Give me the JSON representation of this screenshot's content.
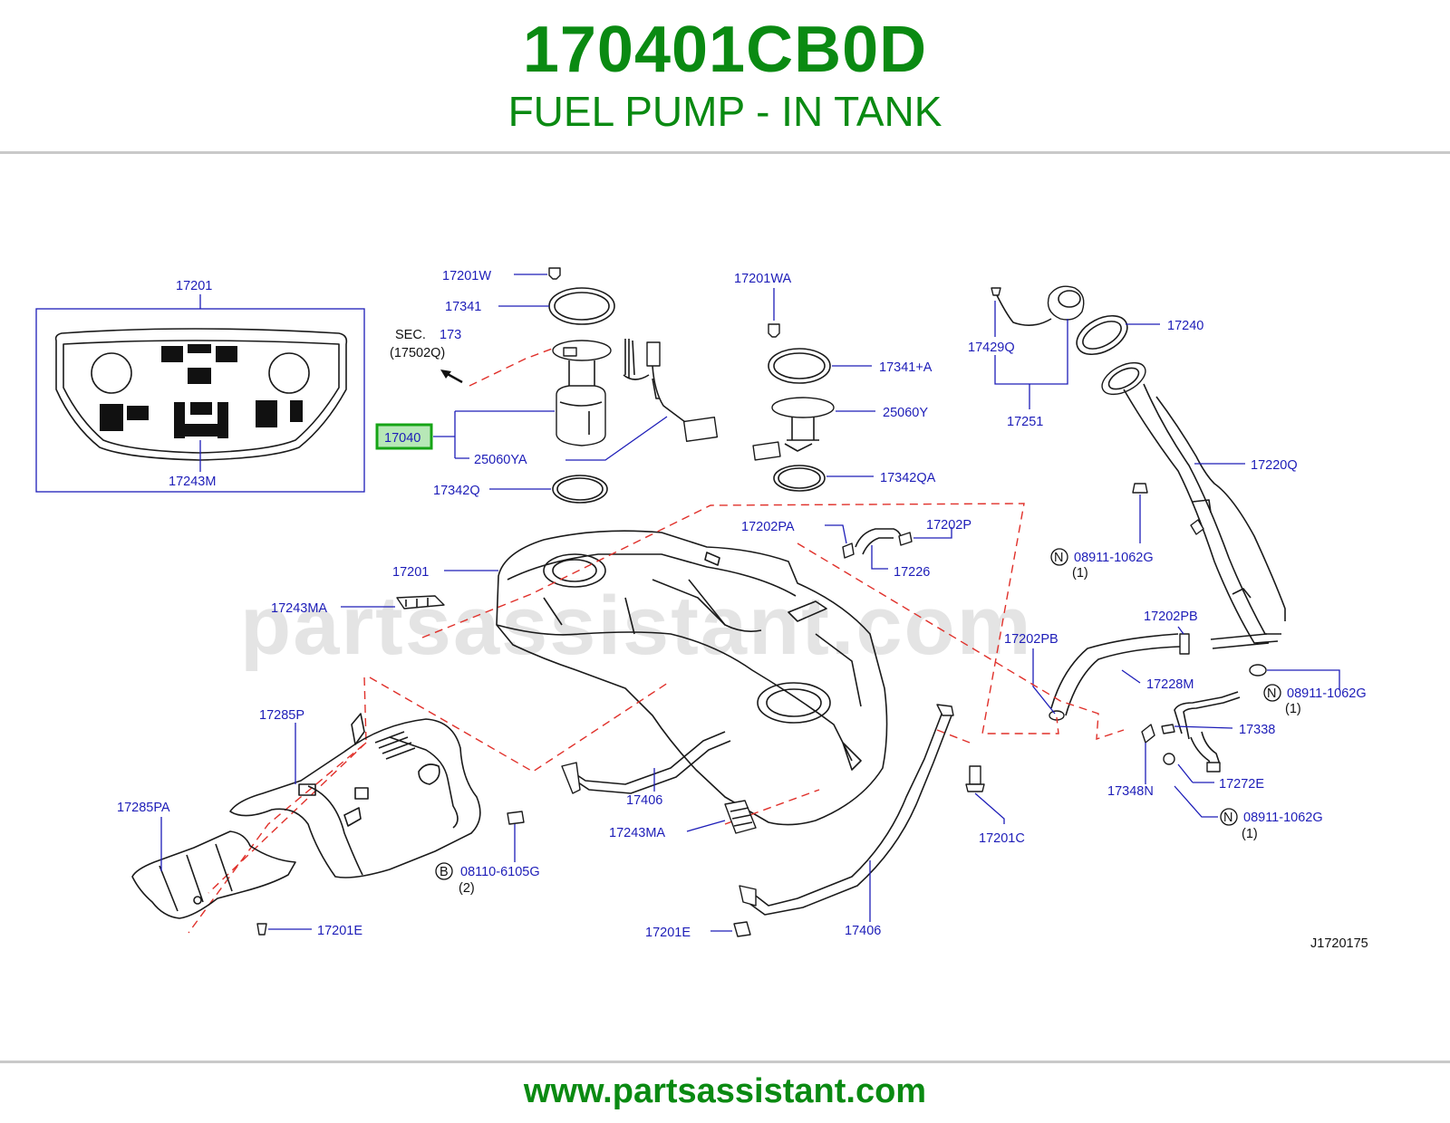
{
  "header": {
    "part_number": "170401CB0D",
    "part_name": "FUEL PUMP - IN TANK"
  },
  "diagram": {
    "watermark": "partsassistant.com",
    "drawing_id": "J1720175",
    "highlighted_part": "17040",
    "section_ref": {
      "sec_label": "SEC.",
      "sec_number": "173",
      "sub_ref": "(17502Q)"
    },
    "labels": {
      "l17201_top": "17201",
      "l17243M": "17243M",
      "l17201W": "17201W",
      "l17341": "17341",
      "l25060YA": "25060YA",
      "l17342Q": "17342Q",
      "l17201WA": "17201WA",
      "l17341A": "17341+A",
      "l25060Y": "25060Y",
      "l17342QA": "17342QA",
      "l17429Q": "17429Q",
      "l17240": "17240",
      "l17251": "17251",
      "l17220Q": "17220Q",
      "l17202PA": "17202PA",
      "l17202P": "17202P",
      "l17226": "17226",
      "l17201_mid": "17201",
      "l17243MA_a": "17243MA",
      "l08911_a": "08911-1062G",
      "l08911_b": "08911-1062G",
      "l08911_c": "08911-1062G",
      "l17202PB_a": "17202PB",
      "l17202PB_b": "17202PB",
      "l17228M": "17228M",
      "l17338": "17338",
      "l17272E": "17272E",
      "l17348N": "17348N",
      "l17285P": "17285P",
      "l17285PA": "17285PA",
      "l17406_a": "17406",
      "l17406_b": "17406",
      "l17243MA_b": "17243MA",
      "l17201C": "17201C",
      "l08110": "08110-6105G",
      "l17201E_a": "17201E",
      "l17201E_b": "17201E"
    },
    "qty": {
      "q1_a": "(1)",
      "q1_b": "(1)",
      "q1_c": "(1)",
      "q2": "(2)"
    },
    "badges": {
      "n": "N",
      "b": "B"
    }
  },
  "footer": {
    "url": "www.partsassistant.com"
  }
}
